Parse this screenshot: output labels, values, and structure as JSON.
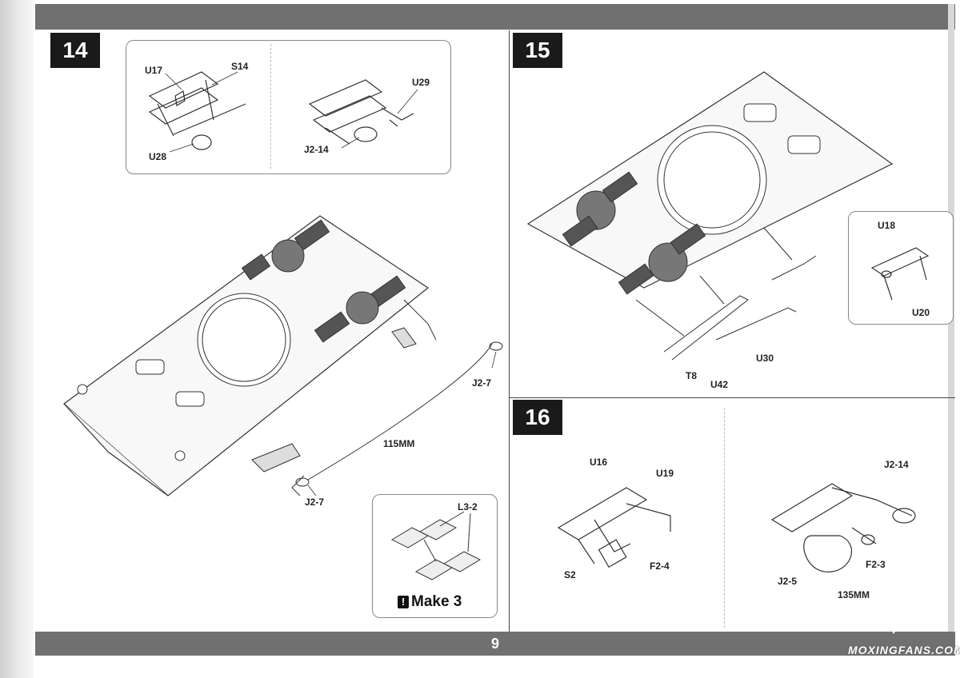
{
  "page_number": "9",
  "steps": {
    "s14": {
      "number": "14",
      "inset_labels": {
        "u17": "U17",
        "s14": "S14",
        "u28": "U28",
        "u29": "U29",
        "j2_14": "J2-14"
      },
      "main_labels": {
        "j2_7_a": "J2-7",
        "j2_7_b": "J2-7",
        "length": "115MM"
      },
      "tracks_inset": {
        "label": "L3-2",
        "note": "Make 3",
        "note_icon": "!"
      }
    },
    "s15": {
      "number": "15",
      "labels": {
        "t8": "T8",
        "u42": "U42",
        "u30": "U30"
      },
      "callout_labels": {
        "u18": "U18",
        "u20": "U20"
      }
    },
    "s16": {
      "number": "16",
      "labels": {
        "u16": "U16",
        "u19": "U19",
        "s2": "S2",
        "f2_4": "F2-4",
        "j2_14": "J2-14",
        "f2_3": "F2-3",
        "j2_5": "J2-5",
        "length": "135MM"
      }
    }
  },
  "watermark": "MOXINGFANS.COM"
}
